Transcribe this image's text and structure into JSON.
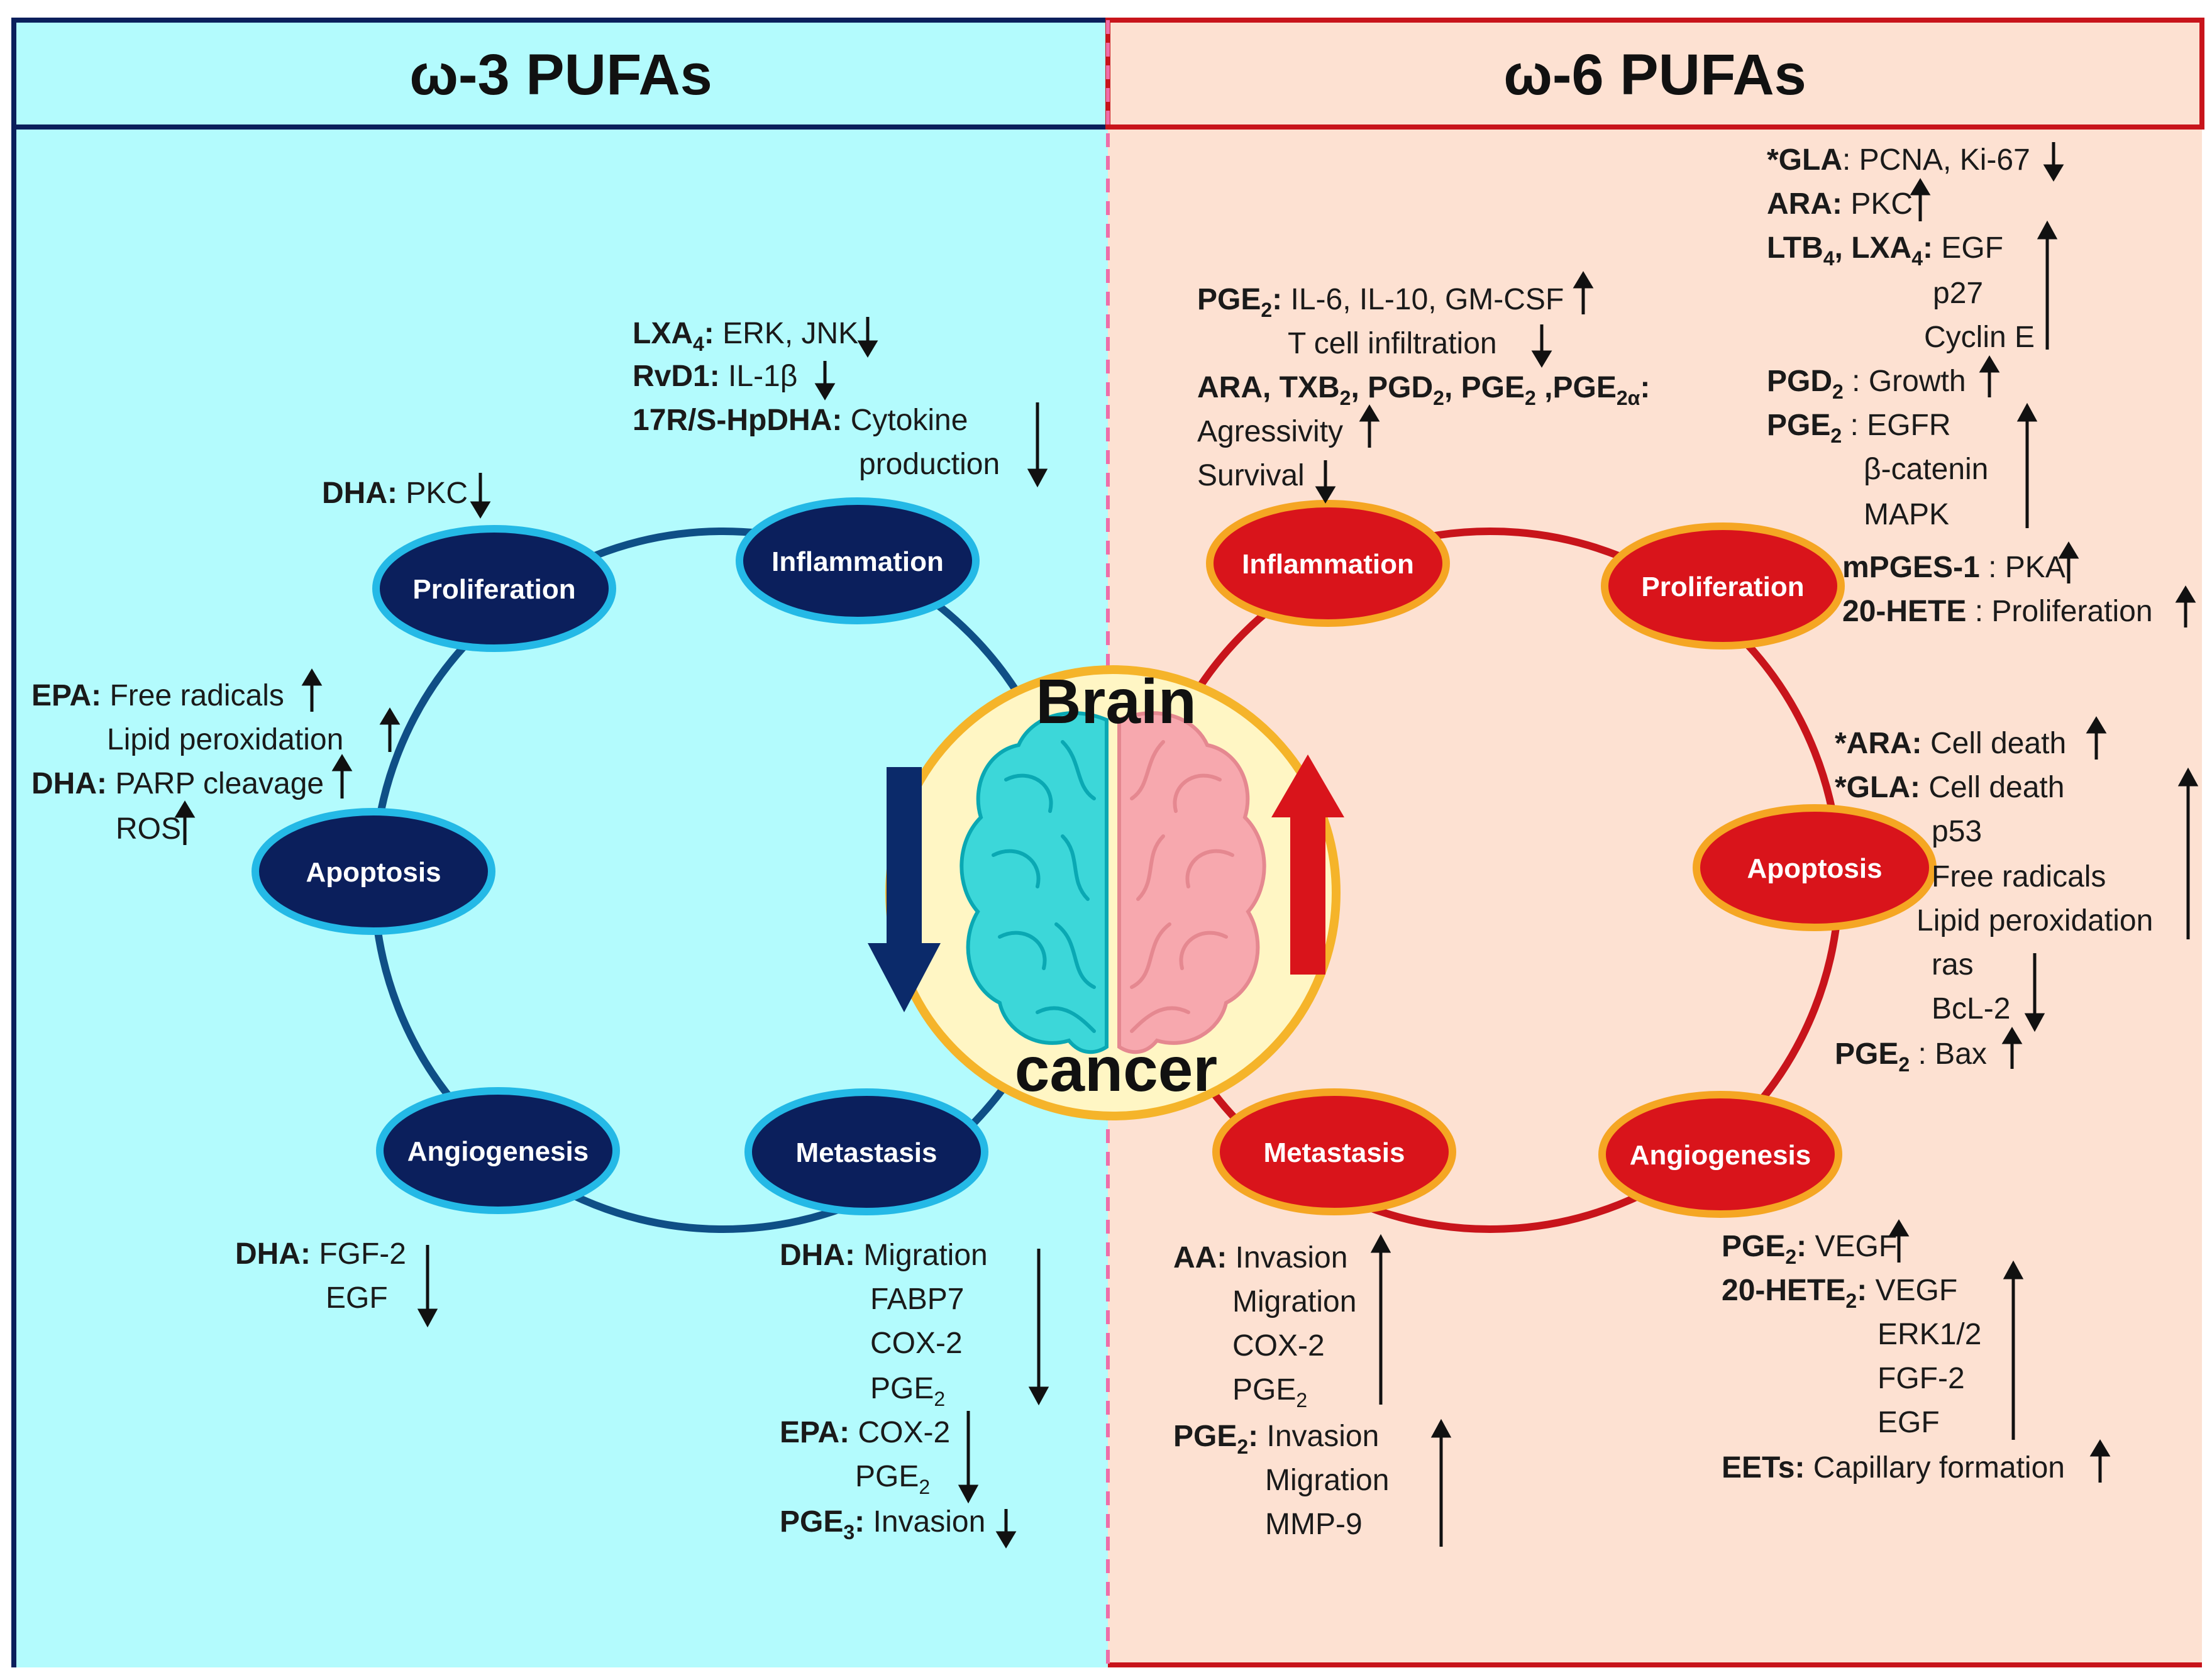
{
  "colors": {
    "omega3_panel_bg": "#b3fbfd",
    "omega3_accent": "#0b1f5c",
    "omega3_node_ring": "#24b9e6",
    "omega3_circle": "#0f4f86",
    "omega6_panel_bg": "#fde1d2",
    "omega6_accent": "#c8141b",
    "omega6_node_ring": "#f5a623",
    "omega6_circle": "#c8141b",
    "divider": "#ee6ea9",
    "center_bg": "#fff6c4",
    "center_ring": "#f5b42a",
    "brain_left": "#3cd7d9",
    "brain_right": "#f7a8ae"
  },
  "left_panel": {
    "title": "ω-3 PUFAs",
    "nodes": {
      "proliferation": "Proliferation",
      "inflammation": "Inflammation",
      "apoptosis": "Apoptosis",
      "angiogenesis": "Angiogenesis",
      "metastasis": "Metastasis"
    },
    "annotations": {
      "dha_pkc": {
        "bold": "DHA:",
        "text": " PKC"
      },
      "lxa4": {
        "bold": "LXA",
        "sub": "4",
        "bold2": ":",
        "text": " ERK, JNK"
      },
      "rvd1": {
        "bold": "RvD1:",
        "text": " IL-1β"
      },
      "hpdha": {
        "bold": "17R/S-HpDHA:",
        "text": " Cytokine"
      },
      "hpdha_2": "production",
      "epa_free": {
        "bold": "EPA:",
        "text": " Free radicals"
      },
      "epa_lipid": "Lipid peroxidation",
      "dha_parp": {
        "bold": "DHA:",
        "text": " PARP cleavage"
      },
      "ros": "ROS",
      "dha_fgf": {
        "bold": "DHA:",
        "text": " FGF-2"
      },
      "egf": "EGF",
      "dha_migration": {
        "bold": "DHA:",
        "text": " Migration"
      },
      "fabp7": "FABP7",
      "cox2_a": "COX-2",
      "pge2_a": {
        "text": "PGE",
        "sub": "2"
      },
      "epa_cox2": {
        "bold": "EPA:",
        "text": " COX-2"
      },
      "pge2_b": {
        "text": "PGE",
        "sub": "2"
      },
      "pge3": {
        "bold": "PGE",
        "sub": "3",
        "bold2": ":",
        "text": " Invasion"
      }
    }
  },
  "right_panel": {
    "title": "ω-6 PUFAs",
    "nodes": {
      "inflammation": "Inflammation",
      "proliferation": "Proliferation",
      "apoptosis": "Apoptosis",
      "metastasis": "Metastasis",
      "angiogenesis": "Angiogenesis"
    },
    "annotations": {
      "gla_pcna": {
        "bold": "*GLA",
        "text": ": PCNA, Ki-67"
      },
      "ara_pkc": {
        "bold": "ARA:",
        "text": " PKC"
      },
      "ltb4": {
        "bold": "LTB",
        "sub": "4",
        "bold2": ", LXA",
        "sub2": "4",
        "bold3": ":",
        "text": " EGF"
      },
      "p27": "p27",
      "cyclin_e": "Cyclin E",
      "pgd2_growth": {
        "bold": "PGD",
        "sub": "2",
        "text": " : Growth"
      },
      "pge2_egfr": {
        "bold": "PGE",
        "sub": "2",
        "text": " : EGFR"
      },
      "beta_catenin": "β-catenin",
      "mapk": "MAPK",
      "mpges": {
        "bold": "mPGES-1",
        "text": " : PKA"
      },
      "hete20": {
        "bold": "20-HETE",
        "text": " : Proliferation"
      },
      "pge2_il6": {
        "bold": "PGE",
        "sub": "2",
        "bold2": ":",
        "text": " IL-6, IL-10, GM-CSF"
      },
      "tcell": "T cell infiltration",
      "ara_txb2": {
        "bold": "ARA, TXB",
        "sub": "2",
        "bold2": ", PGD",
        "sub2": "2",
        "bold3": ", PGE",
        "sub3": "2",
        "bold4": " ,PGE",
        "sub4": "2α",
        "bold5": ":"
      },
      "agressivity": "Agressivity",
      "survival": "Survival",
      "ara_celldeath": {
        "bold": "*ARA:",
        "text": " Cell death"
      },
      "gla_celldeath": {
        "bold": "*GLA:",
        "text": " Cell death"
      },
      "p53": "p53",
      "free_radicals": "Free radicals",
      "lipid_perox": "Lipid peroxidation",
      "ras": "ras",
      "bcl2": "BcL-2",
      "pge2_bax": {
        "bold": "PGE",
        "sub": "2",
        "text": " : Bax"
      },
      "aa_invasion": {
        "bold": "AA:",
        "text": " Invasion"
      },
      "migration_a": "Migration",
      "cox2_r": "COX-2",
      "pge2_r": {
        "text": "PGE",
        "sub": "2"
      },
      "pge2_invasion": {
        "bold": "PGE",
        "sub": "2",
        "bold2": ":",
        "text": " Invasion"
      },
      "migration_b": "Migration",
      "mmp9": "MMP-9",
      "pge2_vegf": {
        "bold": "PGE",
        "sub": "2",
        "bold2": ":",
        "text": " VEGF"
      },
      "hete20_2": {
        "bold": "20-HETE",
        "sub": "2",
        "bold2": ":",
        "text": " VEGF"
      },
      "erk12": "ERK1/2",
      "fgf2": "FGF-2",
      "egf_r": "EGF",
      "eets": {
        "bold": "EETs:",
        "text": " Capillary formation"
      }
    }
  },
  "center": {
    "top_word": "Brain",
    "bottom_word": "cancer"
  }
}
